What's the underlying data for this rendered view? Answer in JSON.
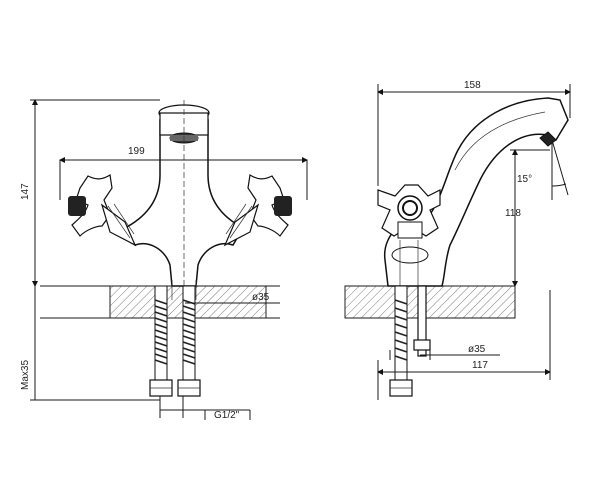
{
  "front_view": {
    "dim_width": "199",
    "dim_height": "147",
    "dim_max": "Max35",
    "dim_hole": "ø35",
    "dim_thread": "G1/2\""
  },
  "side_view": {
    "dim_reach": "158",
    "dim_spout_height": "118",
    "dim_angle": "15°",
    "dim_hole": "ø35",
    "dim_base": "117"
  }
}
